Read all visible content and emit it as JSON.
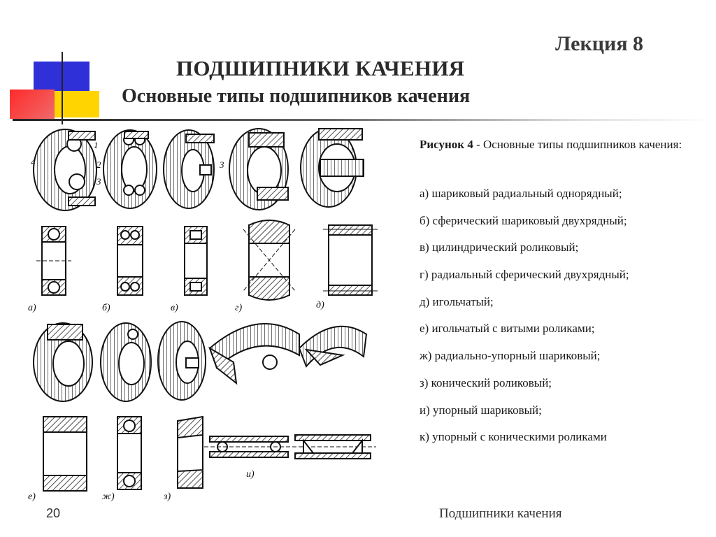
{
  "header": {
    "lecture": "Лекция 8",
    "title": "ПОДШИПНИКИ КАЧЕНИЯ",
    "subtitle": "Основные типы подшипников качения"
  },
  "figure": {
    "row1_labels": [
      "1",
      "2",
      "3",
      "4",
      "3"
    ],
    "row2_labels": [
      "а)",
      "б)",
      "в)",
      "г)",
      "д)"
    ],
    "row4_labels": [
      "е)",
      "ж)",
      "з)",
      "и)"
    ]
  },
  "caption": {
    "label": "Рисунок 4",
    "text": " - Основные типы подшипников качения:"
  },
  "items": [
    "а) шариковый радиальный однорядный;",
    " б) сферический шариковый двухрядный;",
    "в) цилиндрический роликовый;",
    " г) радиальный сферический двухрядный;",
    "д) игольчатый;",
    "е) игольчатый с витыми роликами;",
    "ж) радиально-упорный шариковый;",
    "з) конический роликовый;",
    "и) упорный шариковый;",
    "к) упорный с коническими роликами"
  ],
  "footer": {
    "page_number": "20",
    "text": "Подшипники качения"
  }
}
